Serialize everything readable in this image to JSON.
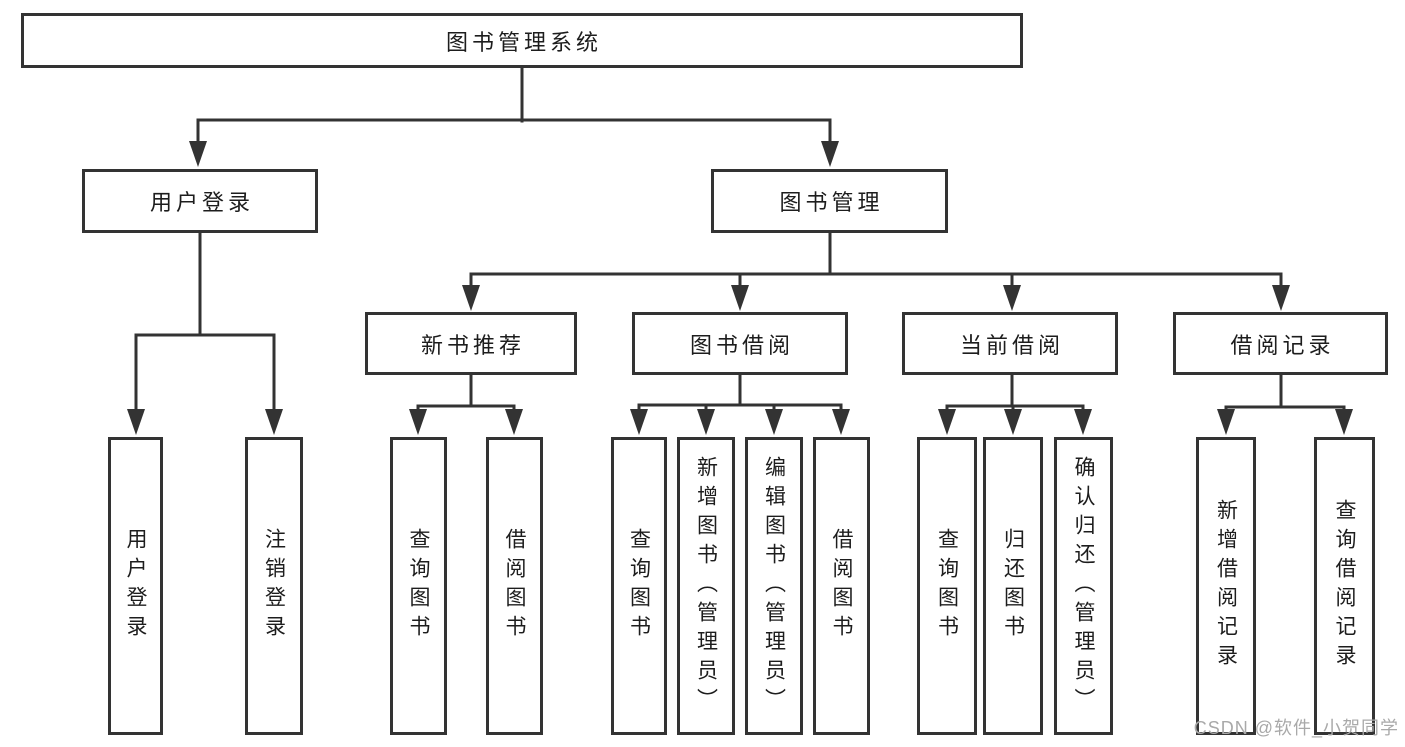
{
  "colors": {
    "line": "#333333",
    "box_border": "#333333",
    "text": "#1d1d1d",
    "watermark": "#a9a9a9",
    "background": "#ffffff"
  },
  "tree": {
    "label": "图书管理系统",
    "children": [
      {
        "label": "用户登录",
        "children": [
          {
            "label": "用户登录"
          },
          {
            "label": "注销登录"
          }
        ]
      },
      {
        "label": "图书管理",
        "children": [
          {
            "label": "新书推荐",
            "children": [
              {
                "label": "查询图书"
              },
              {
                "label": "借阅图书"
              }
            ]
          },
          {
            "label": "图书借阅",
            "children": [
              {
                "label": "查询图书"
              },
              {
                "label": "新增图书（管理员）"
              },
              {
                "label": "编辑图书（管理员）"
              },
              {
                "label": "借阅图书"
              }
            ]
          },
          {
            "label": "当前借阅",
            "children": [
              {
                "label": "查询图书"
              },
              {
                "label": "归还图书"
              },
              {
                "label": "确认归还（管理员）"
              }
            ]
          },
          {
            "label": "借阅记录",
            "children": [
              {
                "label": "新增借阅记录"
              },
              {
                "label": "查询借阅记录"
              }
            ]
          }
        ]
      }
    ]
  },
  "watermark": {
    "text": "CSDN @软件_小贺同学"
  }
}
